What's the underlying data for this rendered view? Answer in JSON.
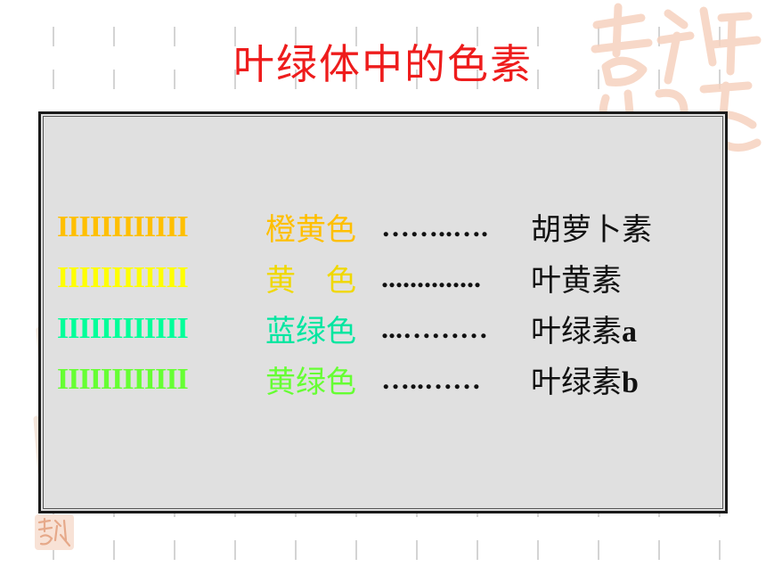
{
  "title": "叶绿体中的色素",
  "colors": {
    "title": "#ee1c1c",
    "orange": "#ffbf00",
    "yellow": "#ffff00",
    "cyan": "#00ff99",
    "lime": "#66ff33"
  },
  "rows": [
    {
      "bars": "IIIIIIIIIIII",
      "color": "橙黄色",
      "dots": "……..….",
      "pigment": "胡萝卜素",
      "suffix": ""
    },
    {
      "bars": "IIIIIIIIIIII",
      "color": "黄　色",
      "dots": "..............",
      "pigment": "叶黄素",
      "suffix": ""
    },
    {
      "bars": "IIIIIIIIIIII",
      "color": "蓝绿色",
      "dots": "...………",
      "pigment": "叶绿素",
      "suffix": "a"
    },
    {
      "bars": "IIIIIIIIIIII",
      "color": "黄绿色",
      "dots": "…..……",
      "pigment": "叶绿素",
      "suffix": "b"
    }
  ]
}
